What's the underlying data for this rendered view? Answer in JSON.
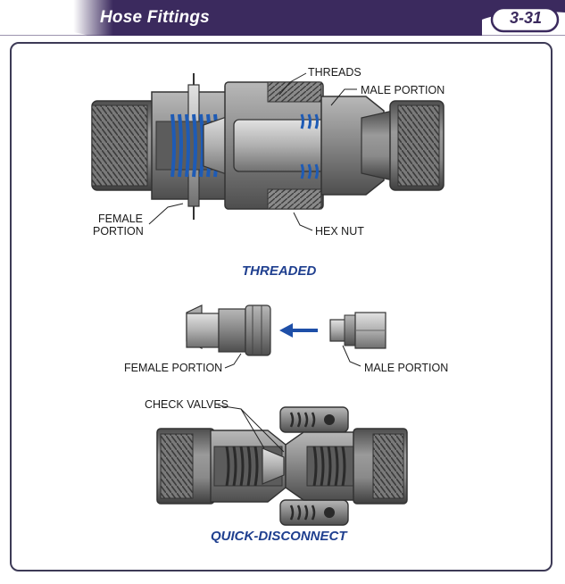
{
  "header": {
    "title": "Hose Fittings",
    "page_number": "3-31"
  },
  "threaded": {
    "caption": "THREADED",
    "labels": {
      "threads": "THREADS",
      "male_portion": "MALE PORTION",
      "female_portion_line1": "FEMALE",
      "female_portion_line2": "PORTION",
      "hex_nut": "HEX NUT"
    }
  },
  "separated": {
    "labels": {
      "female_portion": "FEMALE PORTION",
      "male_portion": "MALE PORTION"
    }
  },
  "quick_disconnect": {
    "caption": "QUICK-DISCONNECT",
    "labels": {
      "check_valves": "CHECK VALVES"
    }
  },
  "colors": {
    "header_purple": "#3b2a5e",
    "caption_blue": "#1f3f8f",
    "spring_blue": "#1e5bb5",
    "arrow_blue": "#1e4fa8",
    "metal_dark": "#5a5a5a",
    "metal_mid": "#8c8c8c",
    "metal_light": "#c4c4c4"
  }
}
